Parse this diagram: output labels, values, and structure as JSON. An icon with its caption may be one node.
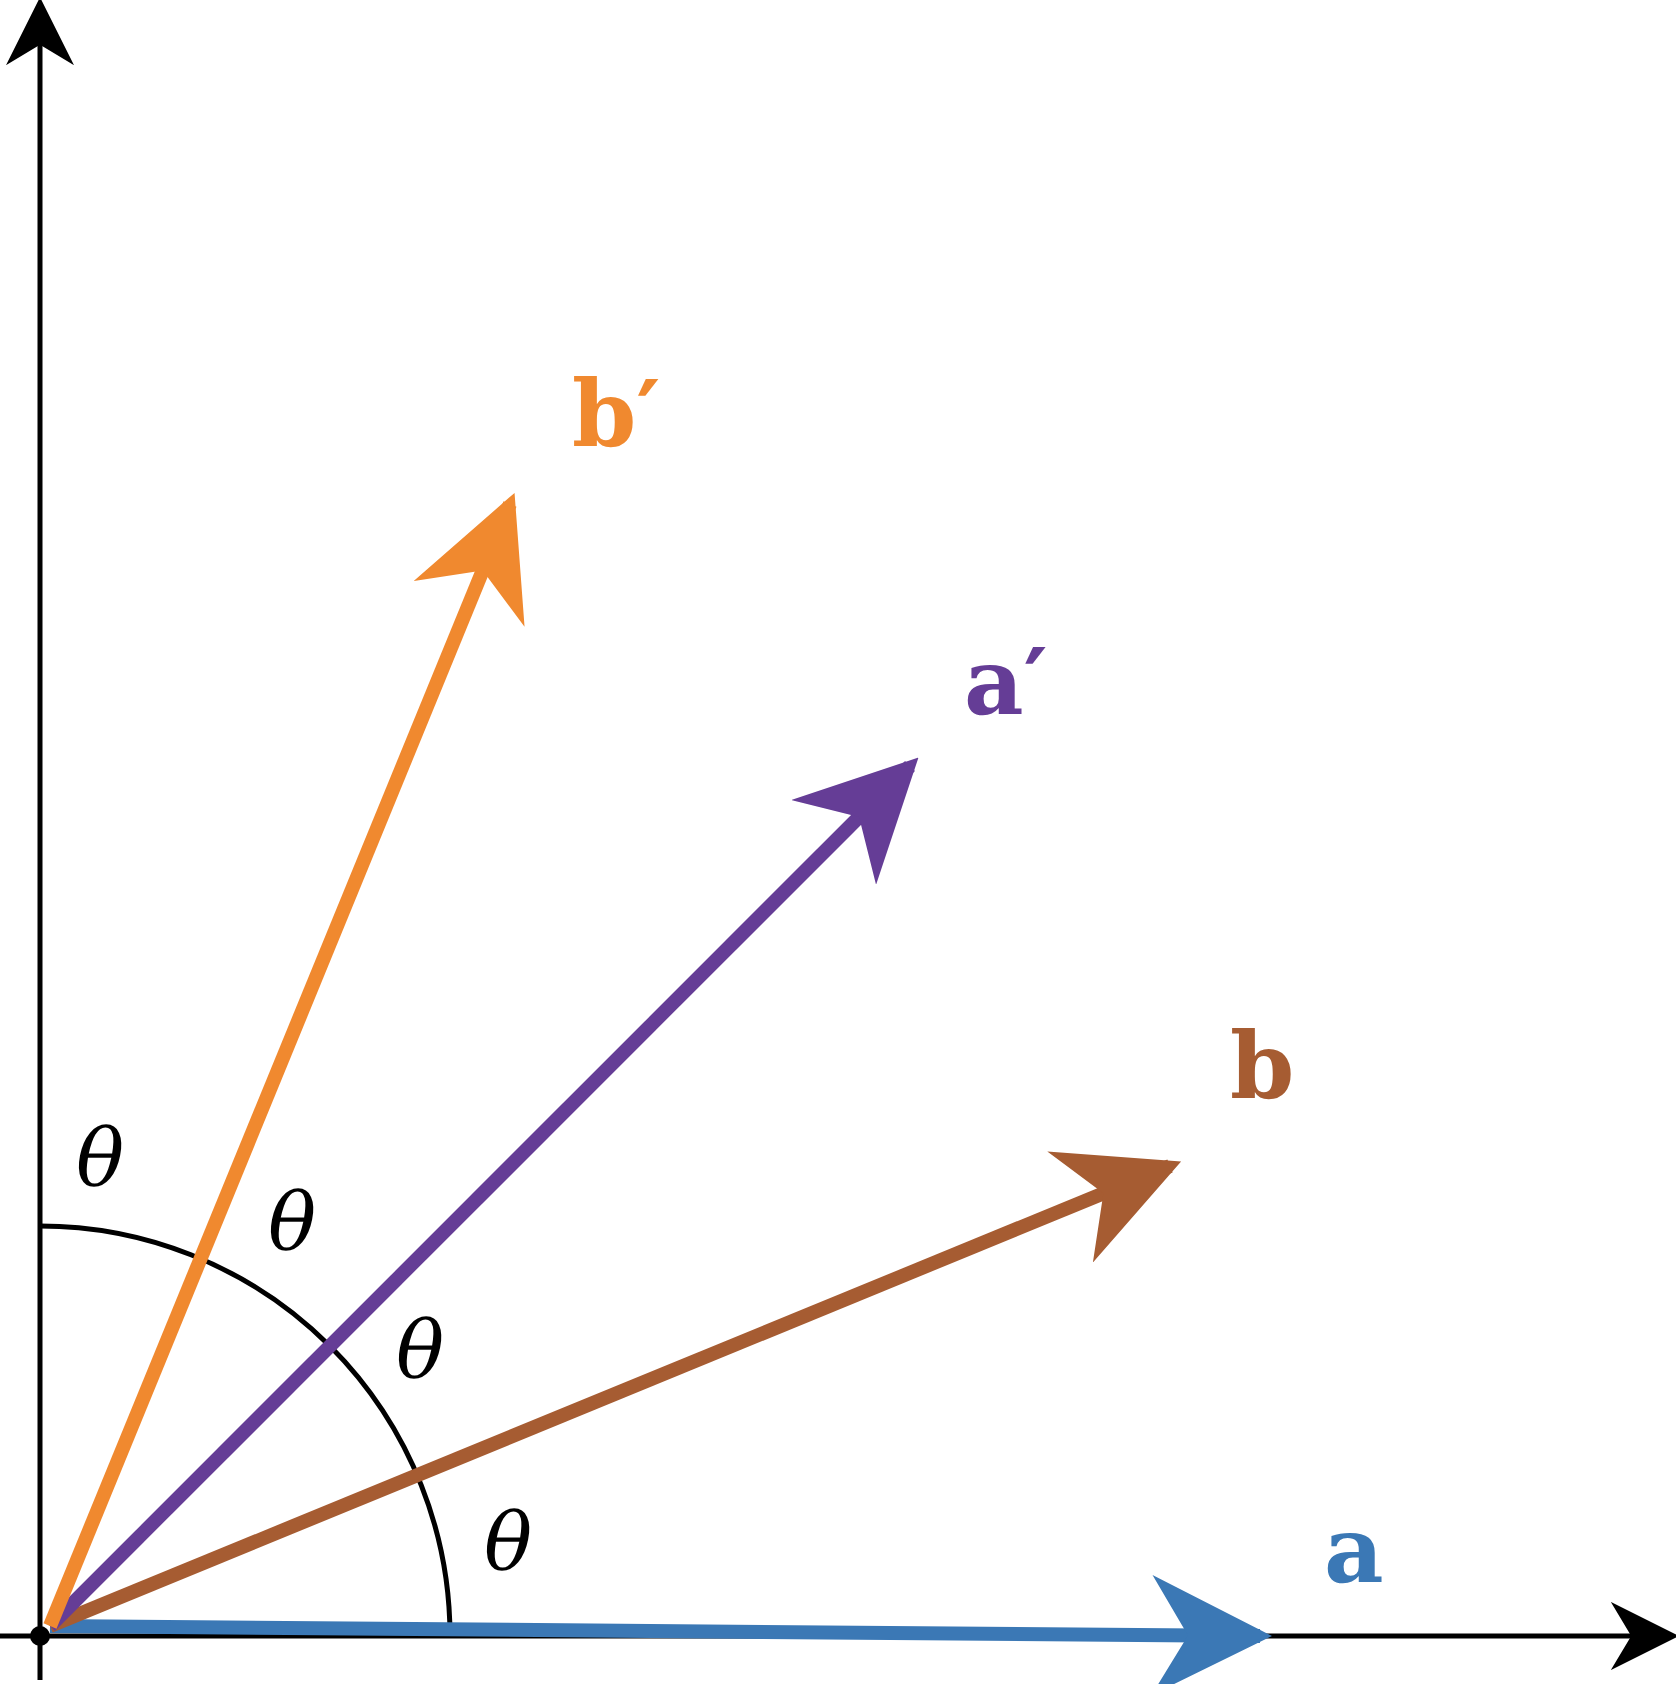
{
  "diagram": {
    "nodes": [
      {
        "text": [
          "a"
        ]
      },
      {
        "text": [
          "b"
        ]
      },
      {
        "text": [
          "a′"
        ]
      },
      {
        "text": [
          "b′"
        ]
      },
      {
        "text": [],
        "shape": "circle"
      }
    ],
    "edges": [
      {
        "from": 4,
        "to": 0,
        "arrow": "to",
        "color": "#3b78b5"
      },
      {
        "from": 4,
        "to": 1,
        "arrow": "to",
        "color": "#a65c32"
      },
      {
        "from": 4,
        "to": 2,
        "arrow": "to",
        "color": "#653d96"
      },
      {
        "from": 4,
        "to": 3,
        "arrow": "to",
        "color": "#f0892f"
      }
    ],
    "labels": [
      "θ",
      "θ",
      "θ",
      "θ"
    ]
  }
}
